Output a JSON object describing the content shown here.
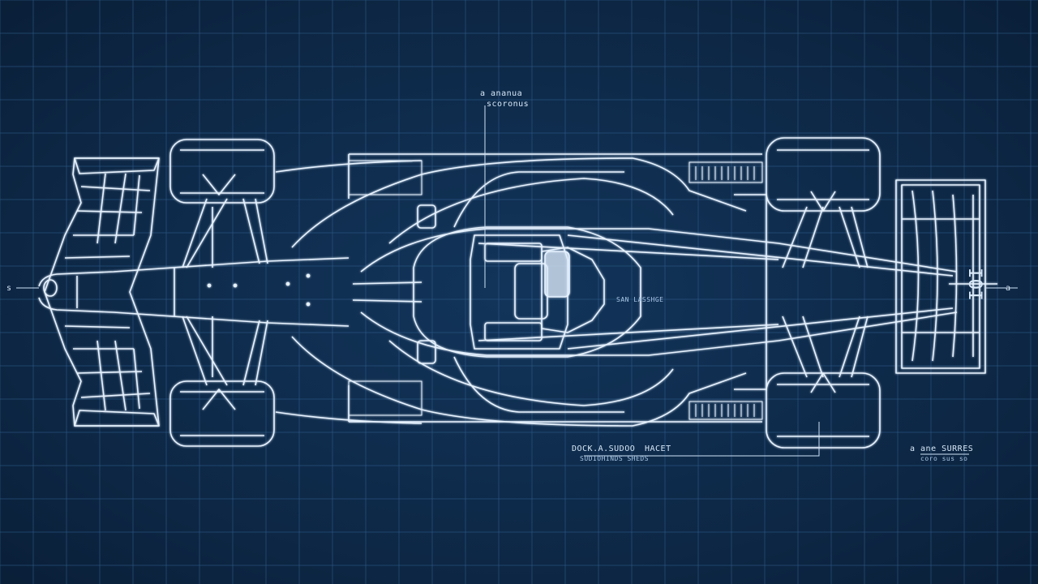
{
  "colors": {
    "background": "#0f2c4d",
    "grid": "#2f5f8e",
    "line": "#e6f2ff",
    "glow": "#9ecbff"
  },
  "grid": {
    "visible": true
  },
  "annotations": {
    "top_line1": "a ananua",
    "top_line2": "scoronus",
    "left_mark": "s",
    "right_mark": "a",
    "bottom_center_line1": "DOCK.A.SUDOO",
    "bottom_center_line2": "SUDIOHINDS SHEDS",
    "bottom_center_tag": "HACET",
    "bottom_right_line1": "a ane SURRES",
    "bottom_right_line2": "coro sus so",
    "engine_note": "SAN LASSHGE",
    "rear_wing_text": "IOI"
  }
}
